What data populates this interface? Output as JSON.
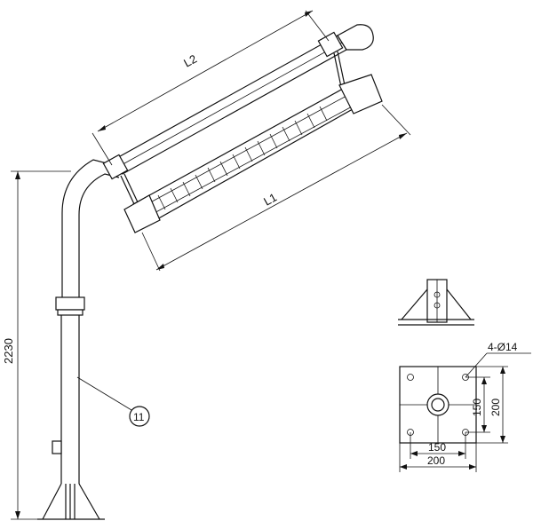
{
  "dimensions": {
    "lamp_length_outer": "L1",
    "lamp_length_inner": "L2",
    "pole_height": "2230",
    "hole_spec": "4-Ø14",
    "hole_spacing_vertical": "150",
    "base_size_vertical": "200",
    "hole_spacing_horizontal": "150",
    "base_size_horizontal": "200"
  },
  "callout": {
    "number": "11"
  }
}
